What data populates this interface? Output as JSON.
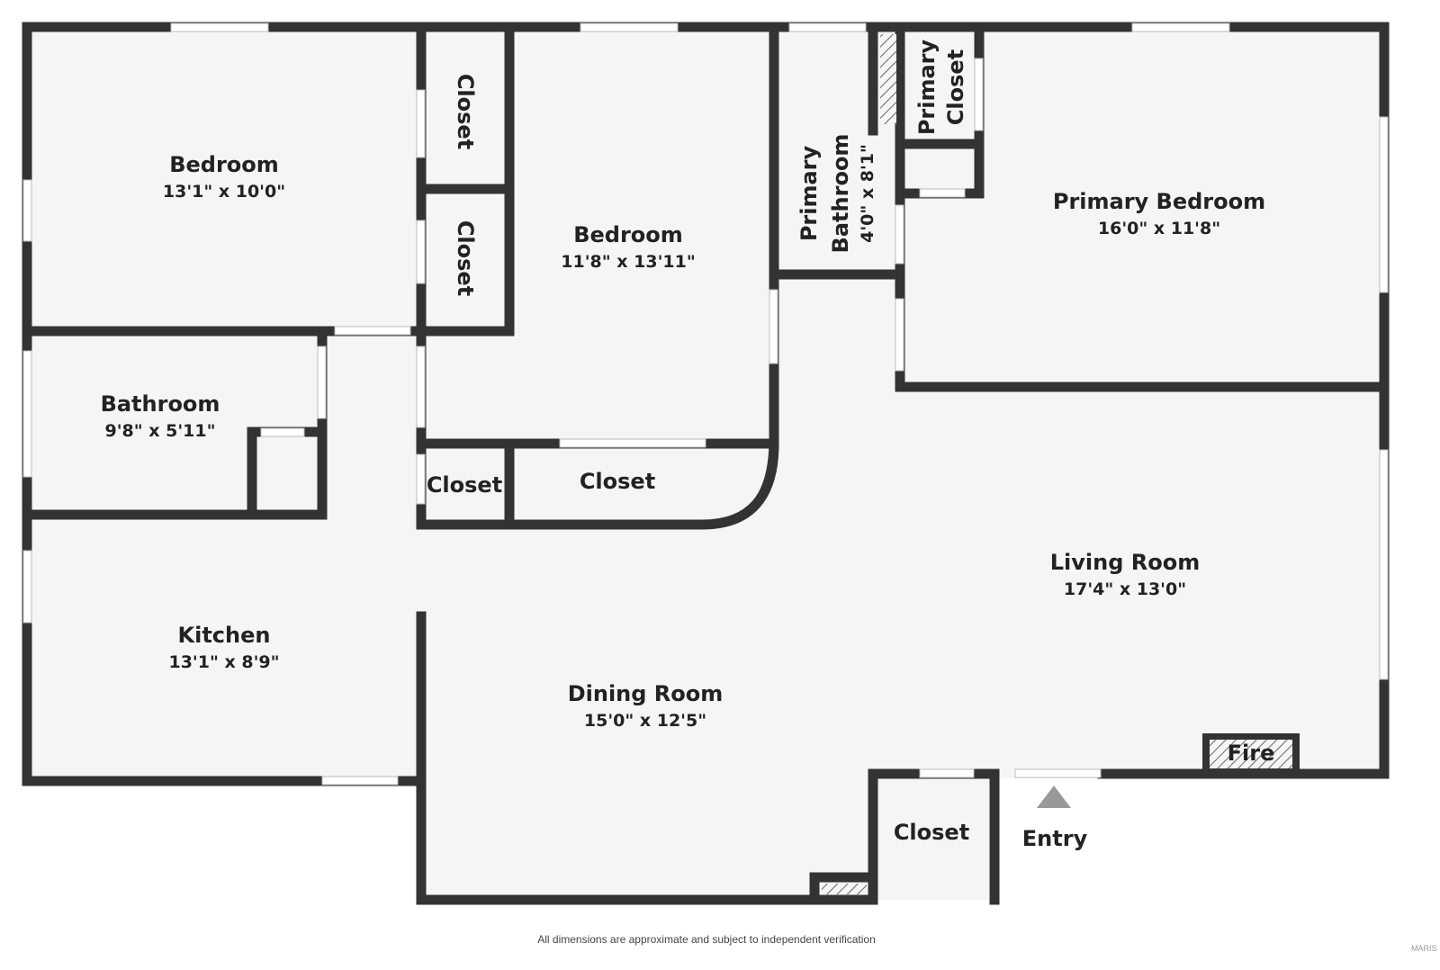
{
  "rooms": {
    "bedroom1": {
      "name": "Bedroom",
      "dim": "13'1\" x 10'0\""
    },
    "bedroom2": {
      "name": "Bedroom",
      "dim": "11'8\" x 13'11\""
    },
    "primary_bathroom": {
      "name1": "Primary",
      "name2": "Bathroom",
      "dim": "4'0\" x 8'1\""
    },
    "primary_closet": {
      "name1": "Primary",
      "name2": "Closet"
    },
    "primary_bedroom": {
      "name": "Primary Bedroom",
      "dim": "16'0\" x 11'8\""
    },
    "bathroom": {
      "name": "Bathroom",
      "dim": "9'8\" x 5'11\""
    },
    "kitchen": {
      "name": "Kitchen",
      "dim": "13'1\" x 8'9\""
    },
    "dining_room": {
      "name": "Dining Room",
      "dim": "15'0\" x 12'5\""
    },
    "living_room": {
      "name": "Living Room",
      "dim": "17'4\" x 13'0\""
    },
    "closet_top": "Closet",
    "closet_mid": "Closet",
    "closet_small": "Closet",
    "closet_wide": "Closet",
    "closet_entry": "Closet",
    "fireplace": "Fire",
    "entry": "Entry"
  },
  "footer": "All dimensions are approximate and subject to independent verification",
  "watermark": "MARIS"
}
